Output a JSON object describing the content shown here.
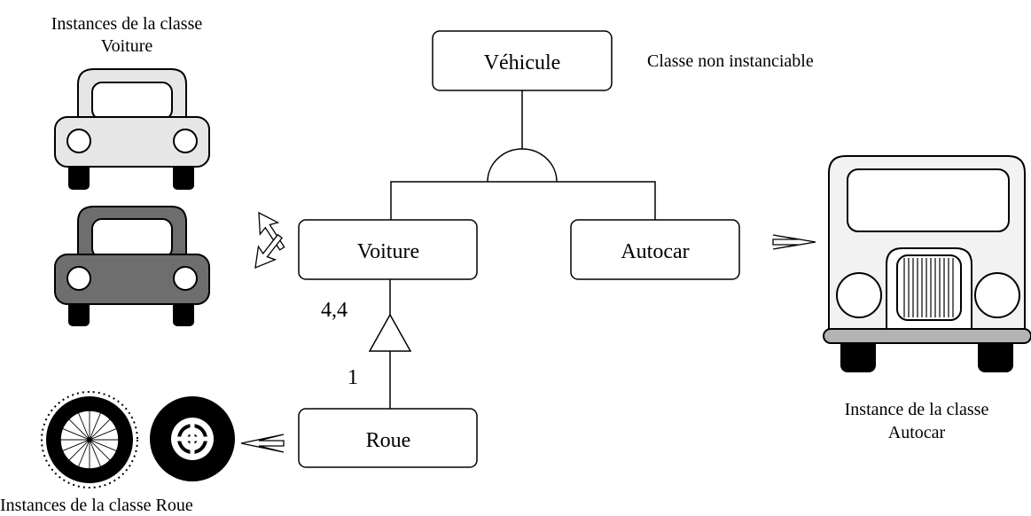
{
  "classes": {
    "vehicule": "Véhicule",
    "voiture": "Voiture",
    "autocar": "Autocar",
    "roue": "Roue"
  },
  "annotations": {
    "non_instanciable": "Classe non instanciable",
    "cardinality_top": "4,4",
    "cardinality_bottom": "1"
  },
  "captions": {
    "voiture_line1": "Instances de la classe",
    "voiture_line2": "Voiture",
    "autocar_line1": "Instance de la classe",
    "autocar_line2": "Autocar",
    "roue": "Instances de la classe Roue"
  },
  "icons": [
    "light-car-icon",
    "dark-car-icon",
    "bus-icon",
    "spoked-wheel-icon",
    "tire-wheel-icon"
  ],
  "colors": {
    "light_car": "#e6e6e6",
    "dark_car": "#6e6e6e",
    "bus_body": "#f2f2f2",
    "bumper": "#b3b3b3",
    "tire": "#000000"
  }
}
